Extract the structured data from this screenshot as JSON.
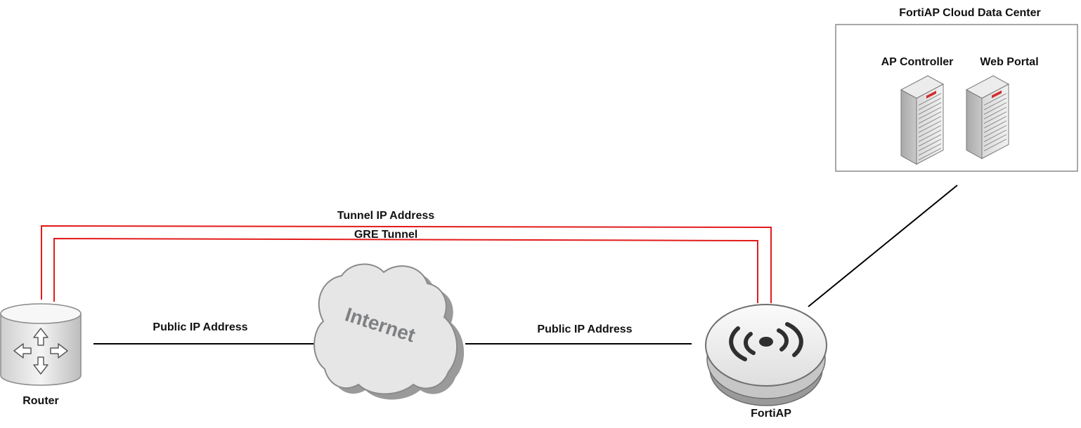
{
  "diagram": {
    "cloud_data_center": {
      "title": "FortiAP Cloud Data Center",
      "ap_controller_label": "AP Controller",
      "web_portal_label": "Web Portal"
    },
    "tunnel": {
      "tunnel_ip_label": "Tunnel IP Address",
      "gre_tunnel_label": "GRE Tunnel"
    },
    "router": {
      "label": "Router"
    },
    "internet": {
      "label": "Internet"
    },
    "fortiap": {
      "label": "FortiAP"
    },
    "links": {
      "left_public_ip_label": "Public IP Address",
      "right_public_ip_label": "Public IP Address"
    },
    "colors": {
      "tunnel_line": "#e31b1b",
      "link_line": "#000000",
      "box_border": "#8c8c8c",
      "cloud_fill": "#e6e6e6",
      "cloud_stroke": "#8a8a8a"
    }
  }
}
